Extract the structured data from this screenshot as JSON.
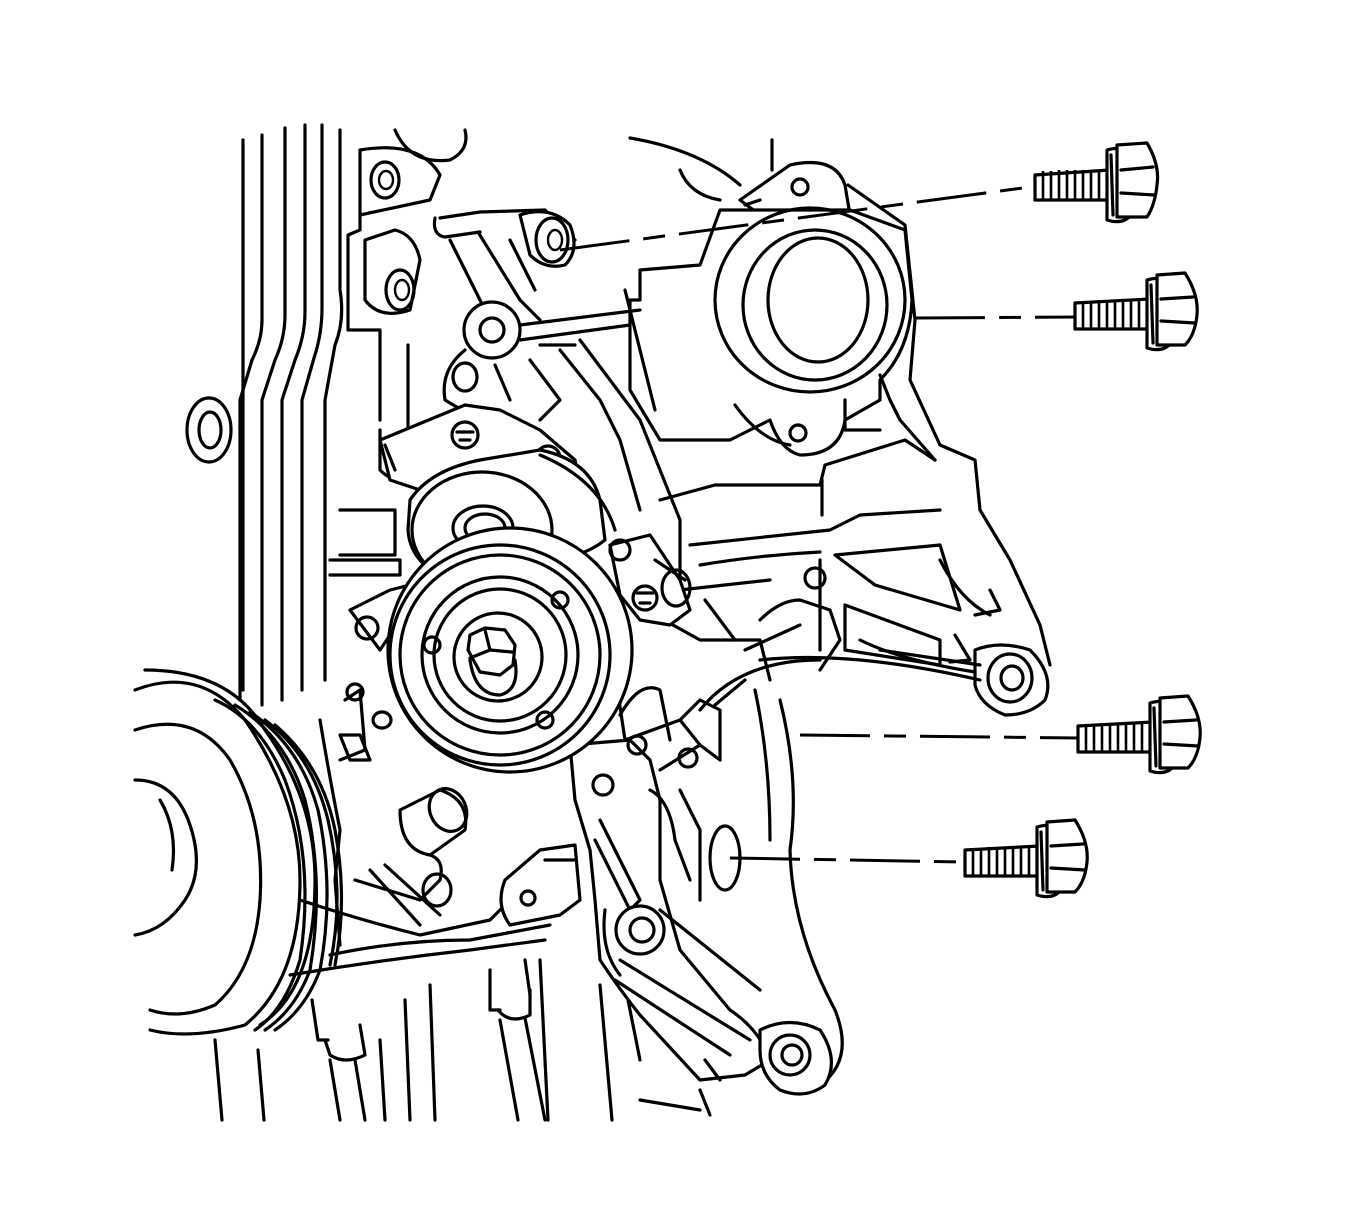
{
  "diagram": {
    "kind": "exploded-view line drawing",
    "colors": {
      "line": "#000000",
      "background": "#ffffff"
    },
    "components": [
      {
        "name": "crankshaft-pulley",
        "icon": "multi-groove-pulley"
      },
      {
        "name": "engine-front-cover",
        "icon": "front-cover"
      },
      {
        "name": "drive-belt-tensioner",
        "icon": "tensioner"
      },
      {
        "name": "idler-pulley",
        "icon": "pulley"
      },
      {
        "name": "accessory-bracket",
        "icon": "bracket"
      }
    ],
    "bolts": [
      {
        "name": "bracket-bolt-1",
        "icon": "hex-flange-bolt"
      },
      {
        "name": "bracket-bolt-2",
        "icon": "hex-flange-bolt"
      },
      {
        "name": "bracket-bolt-3",
        "icon": "hex-flange-bolt"
      },
      {
        "name": "bracket-bolt-4",
        "icon": "hex-flange-bolt"
      }
    ]
  }
}
